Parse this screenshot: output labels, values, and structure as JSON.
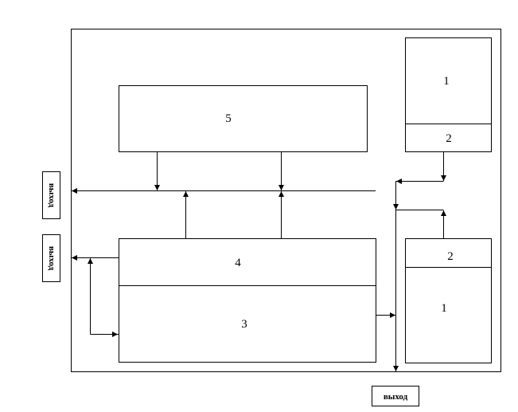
{
  "blocks": {
    "b1_top": "1",
    "b2_top": "2",
    "b2_bottom": "2",
    "b1_bottom": "1",
    "b3": "3",
    "b4": "4",
    "b5": "5"
  },
  "outputs": {
    "left_top": "выход",
    "left_bottom": "выход",
    "bottom": "выход"
  }
}
